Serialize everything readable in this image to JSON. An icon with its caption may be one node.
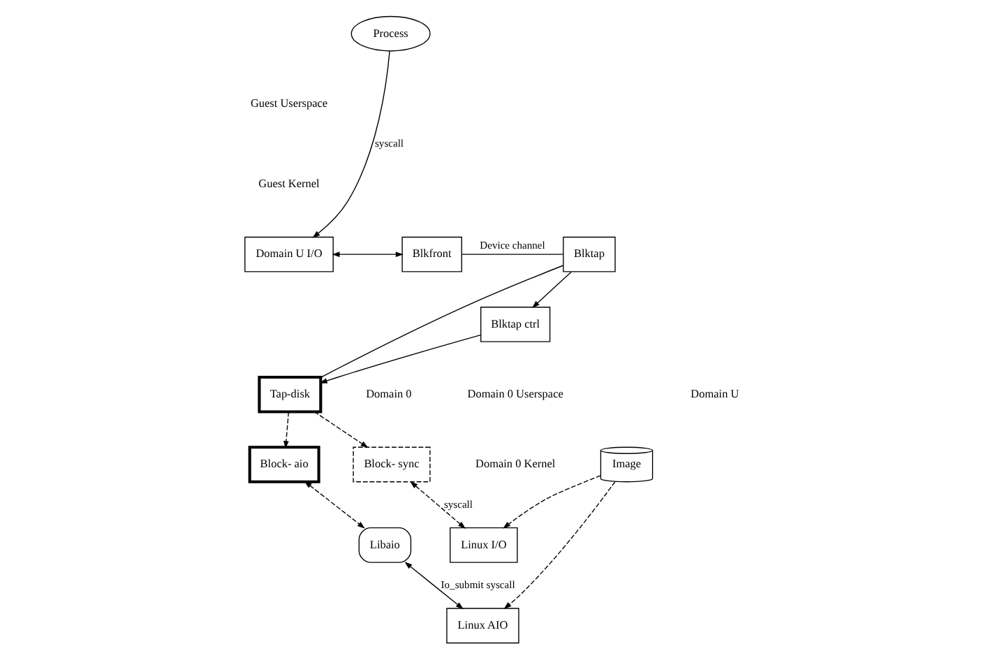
{
  "diagram": {
    "nodes": [
      {
        "text": [
          "Process"
        ]
      },
      {
        "text": [
          "Tap-disk"
        ]
      },
      {
        "text": [
          "Block- sync"
        ]
      },
      {
        "text": [
          "Block- aio"
        ]
      },
      {
        "text": [
          "Blktap ctrl"
        ]
      },
      {
        "text": [
          "Image"
        ]
      },
      {
        "text": [
          "Libaio"
        ]
      },
      {
        "text": [
          "Linux I/O"
        ]
      },
      {
        "text": [
          "Linux AIO"
        ]
      },
      {
        "text": [
          "Domain U I/O"
        ]
      },
      {
        "text": [
          "Blkfront"
        ]
      },
      {
        "text": [
          "Blktap"
        ]
      }
    ],
    "edges": [
      {
        "from": 0,
        "to": 9,
        "arrow": "to",
        "label": "syscall"
      },
      {
        "from": 1,
        "to": 2,
        "arrow": "to",
        "style": "dashed"
      },
      {
        "from": 1,
        "to": 3,
        "arrow": "to",
        "style": "dashed"
      },
      {
        "from": 3,
        "to": 6,
        "arrow": "both",
        "style": "dashed"
      },
      {
        "from": 2,
        "to": 7,
        "arrow": "both",
        "style": "dashed",
        "label": "syscall"
      },
      {
        "from": 5,
        "to": 7,
        "arrow": "to",
        "style": "dashed"
      },
      {
        "from": 5,
        "to": 8,
        "arrow": "to",
        "style": "dashed"
      },
      {
        "from": 6,
        "to": 8,
        "arrow": "both",
        "label": "Io_submit syscall"
      },
      {
        "from": 9,
        "to": 10,
        "arrow": "both"
      },
      {
        "from": 10,
        "to": 11,
        "arrow": "none",
        "label": "Device channel"
      },
      {
        "from": 1,
        "to": 11,
        "arrow": "none"
      },
      {
        "from": 11,
        "to": 4,
        "arrow": "to"
      },
      {
        "from": 4,
        "to": 1,
        "arrow": "to"
      }
    ],
    "labels": [
      "Domain U",
      "Domain 0",
      "Guest Userspace",
      "Guest Kernel",
      "Domain 0 Userspace",
      "Domain 0 Kernel"
    ]
  }
}
